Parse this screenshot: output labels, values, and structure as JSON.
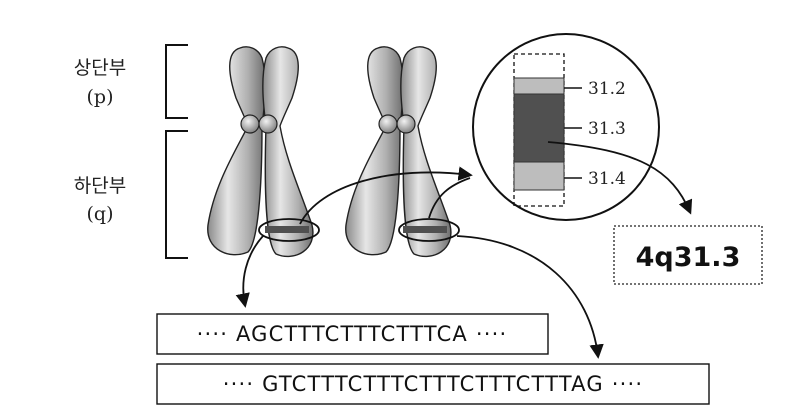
{
  "labels": {
    "upper_arm": "상단부",
    "upper_arm_symbol": "(p)",
    "lower_arm": "하단부",
    "lower_arm_symbol": "(q)"
  },
  "bands": [
    "31.2",
    "31.3",
    "31.4"
  ],
  "locus": "4q31.3",
  "sequences": [
    "···· AGCTTTCTTTCTTTCA ····",
    "···· GTCTTTCTTTCTTTCTTTCTTTAG ····"
  ],
  "colors": {
    "chromosome_fill": "#b8b8b8",
    "band_dark": "#505050",
    "band_light": "#bdbdbd",
    "line": "#111111"
  }
}
